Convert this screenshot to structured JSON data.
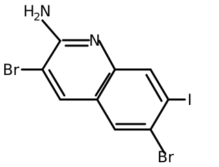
{
  "diagram": {
    "labels": {
      "amine_main": "H",
      "amine_sub": "2",
      "amine_tail": "N",
      "ring_nitrogen": "N",
      "br_left": "Br",
      "iodine": "I",
      "br_bottom": "Br"
    },
    "colors": {
      "bond": "#000000",
      "text": "#000000",
      "background": "#ffffff"
    }
  }
}
